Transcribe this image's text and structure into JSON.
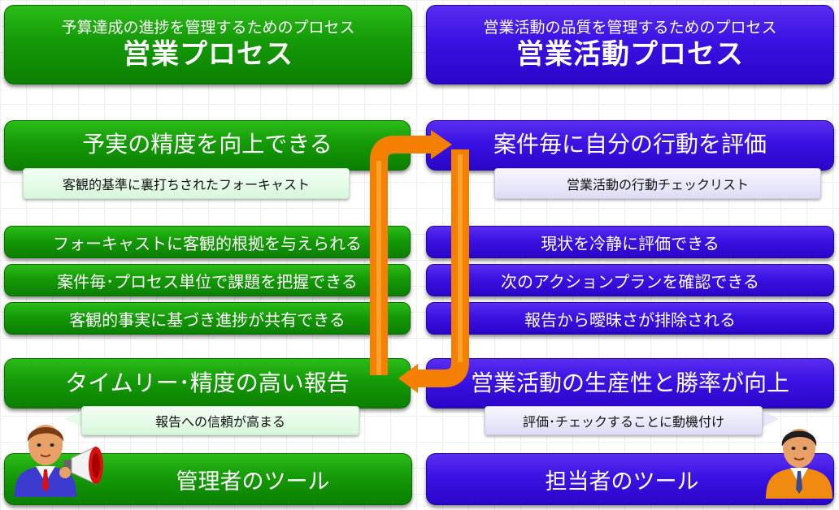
{
  "left": {
    "header": {
      "sub": "予算達成の進捗を管理するためのプロセス",
      "title": "営業プロセス"
    },
    "main": "予実の精度を向上できる",
    "main_note": "客観的基準に裏打ちされたフォーキャスト",
    "benefits": [
      "フォーキャストに客観的根拠を与えられる",
      "案件毎･プロセス単位で課題を把握できる",
      "客観的事実に基づき進捗が共有できる"
    ],
    "result": "タイムリー･精度の高い報告",
    "result_note": "報告への信頼が高まる",
    "tool": "管理者のツール"
  },
  "right": {
    "header": {
      "sub": "営業活動の品質を管理するためのプロセス",
      "title": "営業活動プロセス"
    },
    "main": "案件毎に自分の行動を評価",
    "main_note": "営業活動の行動チェックリスト",
    "benefits": [
      "現状を冷静に評価できる",
      "次のアクションプランを確認できる",
      "報告から曖昧さが排除される"
    ],
    "result": "営業活動の生産性と勝率が向上",
    "result_note": "評価･チェックすることに動機付け",
    "tool": "担当者のツール"
  },
  "colors": {
    "green": "#159a08",
    "blue": "#3a12e3",
    "arrow": "#f57f00",
    "green_note_bg": "#e6fbe8",
    "blue_note_bg": "#e9e8fa"
  },
  "icons": {
    "flow_arrow": "orange-u-turn-arrow",
    "manager": "manager-with-megaphone",
    "staff": "salesperson"
  }
}
